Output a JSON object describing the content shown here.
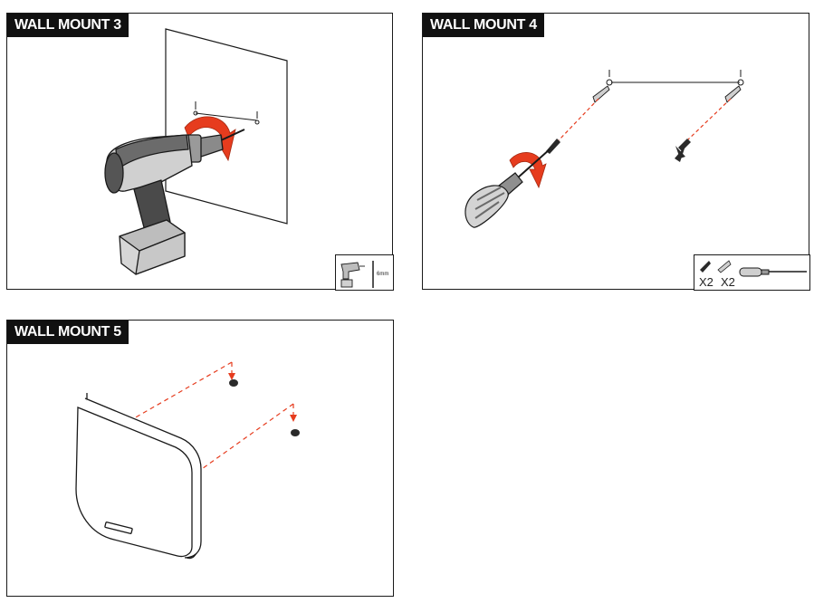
{
  "panels": [
    {
      "title": "WALL MOUNT 3",
      "legend": {
        "drill_bit_label": "6mm"
      }
    },
    {
      "title": "WALL MOUNT 4",
      "legend": {
        "screw_count": "X2",
        "anchor_count": "X2"
      }
    },
    {
      "title": "WALL MOUNT 5"
    }
  ],
  "colors": {
    "accent": "#e63c1e",
    "line": "#1a1a1a",
    "title_bg": "#111111"
  },
  "icons": [
    "drill-icon",
    "rotation-arrow-icon",
    "screwdriver-icon",
    "screw-icon",
    "wall-anchor-icon",
    "router-device-icon"
  ]
}
